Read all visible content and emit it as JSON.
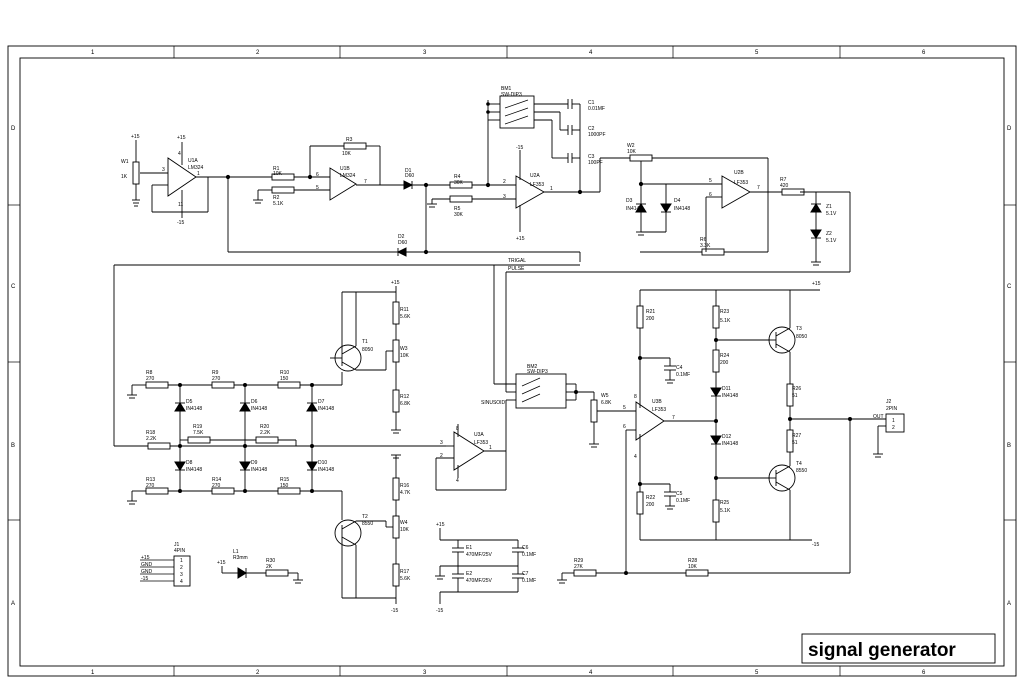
{
  "title": "signal generator",
  "frame": {
    "col_labels": [
      "1",
      "2",
      "3",
      "4",
      "5",
      "6"
    ],
    "row_labels": [
      "D",
      "C",
      "B",
      "A"
    ]
  },
  "components": {
    "W1": {
      "ref": "W1",
      "value": "1K"
    },
    "U1A": {
      "ref": "U1A",
      "value": "LM324"
    },
    "U1B": {
      "ref": "U1B",
      "value": "LM324"
    },
    "R1": {
      "ref": "R1",
      "value": "10K"
    },
    "R2": {
      "ref": "R2",
      "value": "5.1K"
    },
    "R3": {
      "ref": "R3",
      "value": "10K"
    },
    "D1": {
      "ref": "D1",
      "value": "D60"
    },
    "D2": {
      "ref": "D2",
      "value": "D60"
    },
    "R4": {
      "ref": "R4",
      "value": "30K"
    },
    "R5": {
      "ref": "R5",
      "value": "30K"
    },
    "U2A": {
      "ref": "U2A",
      "value": "LF353"
    },
    "BM1": {
      "ref": "BM1",
      "value": "SW-DIP3"
    },
    "C1": {
      "ref": "C1",
      "value": "0.01MF"
    },
    "C2": {
      "ref": "C2",
      "value": "1000PF"
    },
    "C3": {
      "ref": "C3",
      "value": "100PF"
    },
    "W2": {
      "ref": "W2",
      "value": "10K"
    },
    "D3": {
      "ref": "D3",
      "value": "IN4148"
    },
    "D4": {
      "ref": "D4",
      "value": "IN4148"
    },
    "U2B": {
      "ref": "U2B",
      "value": "LF353"
    },
    "R6": {
      "ref": "R6",
      "value": "3.3K"
    },
    "R7": {
      "ref": "R7",
      "value": "420"
    },
    "Z1": {
      "ref": "Z1",
      "value": "5.1V"
    },
    "Z2": {
      "ref": "Z2",
      "value": "5.1V"
    },
    "T1": {
      "ref": "T1",
      "value": "8050"
    },
    "T2": {
      "ref": "T2",
      "value": "8550"
    },
    "T3": {
      "ref": "T3",
      "value": "8050"
    },
    "T4": {
      "ref": "T4",
      "value": "8550"
    },
    "R11": {
      "ref": "R11",
      "value": "5.6K"
    },
    "W3": {
      "ref": "W3",
      "value": "10K"
    },
    "R12": {
      "ref": "R12",
      "value": "6.8K"
    },
    "R8": {
      "ref": "R8",
      "value": "270"
    },
    "R9": {
      "ref": "R9",
      "value": "270"
    },
    "R10": {
      "ref": "R10",
      "value": "150"
    },
    "R18": {
      "ref": "R18",
      "value": "2.2K"
    },
    "R19": {
      "ref": "R19",
      "value": "7.5K"
    },
    "R20": {
      "ref": "R20",
      "value": "2.2K"
    },
    "R13": {
      "ref": "R13",
      "value": "270"
    },
    "R14": {
      "ref": "R14",
      "value": "270"
    },
    "R15": {
      "ref": "R15",
      "value": "150"
    },
    "D5": {
      "ref": "D5",
      "value": "IN4148"
    },
    "D6": {
      "ref": "D6",
      "value": "IN4148"
    },
    "D7": {
      "ref": "D7",
      "value": "IN4148"
    },
    "D8": {
      "ref": "D8",
      "value": "IN4148"
    },
    "D9": {
      "ref": "D9",
      "value": "IN4148"
    },
    "D10": {
      "ref": "D10",
      "value": "IN4148"
    },
    "R16": {
      "ref": "R16",
      "value": "4.7K"
    },
    "W4": {
      "ref": "W4",
      "value": "10K"
    },
    "R17": {
      "ref": "R17",
      "value": "5.6K"
    },
    "U3A": {
      "ref": "U3A",
      "value": "LF353"
    },
    "BM2": {
      "ref": "BM2",
      "value": "SW-DIP3"
    },
    "W5": {
      "ref": "W5",
      "value": "6.8K"
    },
    "U3B": {
      "ref": "U3B",
      "value": "LF353"
    },
    "R21": {
      "ref": "R21",
      "value": "200"
    },
    "R22": {
      "ref": "R22",
      "value": "200"
    },
    "C4": {
      "ref": "C4",
      "value": "0.1MF"
    },
    "C5": {
      "ref": "C5",
      "value": "0.1MF"
    },
    "R23": {
      "ref": "R23",
      "value": "5.1K"
    },
    "R24": {
      "ref": "R24",
      "value": "200"
    },
    "D11": {
      "ref": "D11",
      "value": "IN4148"
    },
    "D12": {
      "ref": "D12",
      "value": "IN4148"
    },
    "R25": {
      "ref": "R25",
      "value": "5.1K"
    },
    "R26": {
      "ref": "R26",
      "value": "51"
    },
    "R27": {
      "ref": "R27",
      "value": "51"
    },
    "J1": {
      "ref": "J1",
      "value": "4PIN"
    },
    "J2": {
      "ref": "J2",
      "value": "2PIN"
    },
    "L1": {
      "ref": "L1",
      "value": "R3mm"
    },
    "R30": {
      "ref": "R30",
      "value": "2K"
    },
    "E1": {
      "ref": "E1",
      "value": "470MF/25V"
    },
    "E2": {
      "ref": "E2",
      "value": "470MF/25V"
    },
    "C6": {
      "ref": "C6",
      "value": "0.1MF"
    },
    "C7": {
      "ref": "C7",
      "value": "0.1MF"
    },
    "R29": {
      "ref": "R29",
      "value": "27K"
    },
    "R28": {
      "ref": "R28",
      "value": "10K"
    }
  },
  "nets": {
    "plus15": "+15",
    "minus15": "-15",
    "trigal": "TRIGAL",
    "pulse": "PULSE",
    "sinusoid": "SINUSOID",
    "out": "OUT"
  },
  "j1_pins": [
    "+15",
    "GND",
    "GND",
    "-15"
  ],
  "pin_numbers": {
    "one": "1",
    "two": "2",
    "three": "3",
    "four": "4",
    "five": "5",
    "six": "6",
    "seven": "7",
    "eight": "8",
    "eleven": "11"
  }
}
